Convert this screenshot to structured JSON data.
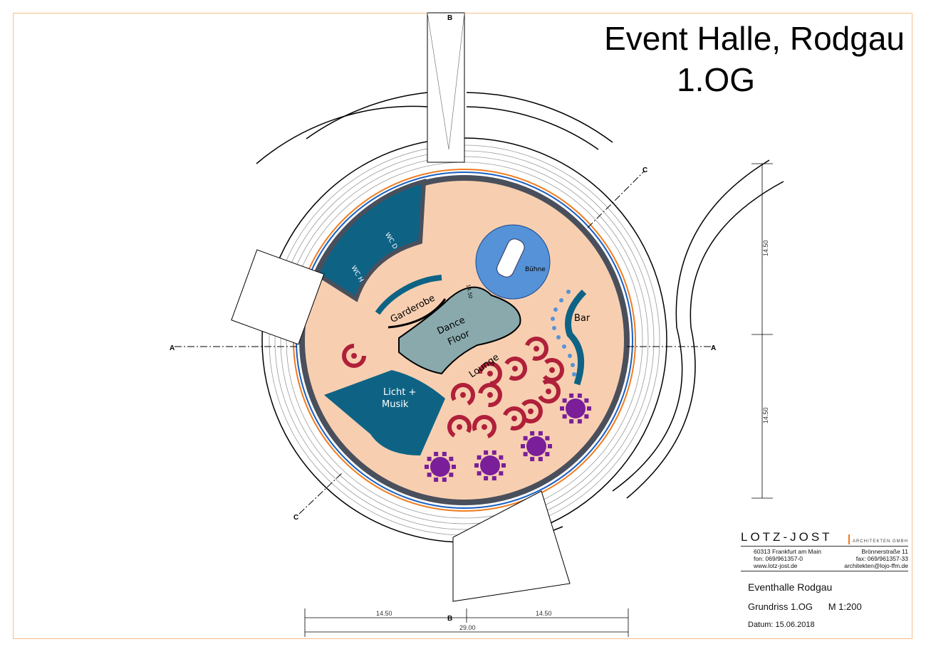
{
  "title": {
    "line1": "Event Halle, Rodgau",
    "line2": "1.OG"
  },
  "rooms": {
    "wc_h": "WC H",
    "wc_d": "WC D",
    "garderobe": "Garderobe",
    "dance_floor_1": "Dance",
    "dance_floor_2": "Floor",
    "lounge": "Lounge",
    "buehne": "Bühne",
    "bar": "Bar",
    "licht_1": "Licht +",
    "licht_2": "Musik",
    "inner_dim": "14.50"
  },
  "section_marks": {
    "a": "A",
    "b": "B",
    "c": "C"
  },
  "dimensions": {
    "left": "14.50",
    "right": "14.50",
    "total": "29.00",
    "vert_top": "14.50",
    "vert_bottom": "14.50"
  },
  "title_block": {
    "firm": "LOTZ-JOST",
    "firm_sub": "ARCHITEKTEN GMBH",
    "address_left": [
      "60313 Frankfurt am Main",
      "fon: 069/961357-0",
      "www.lotz-jost.de"
    ],
    "address_right": [
      "Brönnerstraße 11",
      "fax: 069/961357-33",
      "architekten@lojo-ffm.de"
    ],
    "project": "Eventhalle Rodgau",
    "drawing": "Grundriss  1.OG",
    "scale": "M 1:200",
    "date": "Datum: 15.06.2018"
  },
  "colors": {
    "floor": "#f7cfb0",
    "wall": "#4a4f5c",
    "wc": "#0e6385",
    "stage": "#5592d8",
    "dance": "#89a9ac",
    "lounge": "#b0203a",
    "table": "#7a1e99",
    "accent": "#f07b1e"
  }
}
